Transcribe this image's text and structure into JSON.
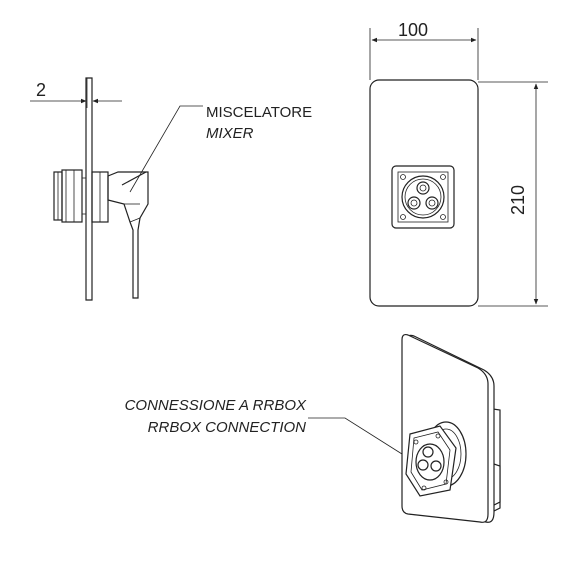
{
  "dimensions": {
    "thickness": "2",
    "width": "100",
    "height": "210"
  },
  "labels": {
    "mixer_it": "MISCELATORE",
    "mixer_en": "MIXER",
    "connection_it": "CONNESSIONE A RRBOX",
    "connection_en": "RRBOX CONNECTION"
  }
}
